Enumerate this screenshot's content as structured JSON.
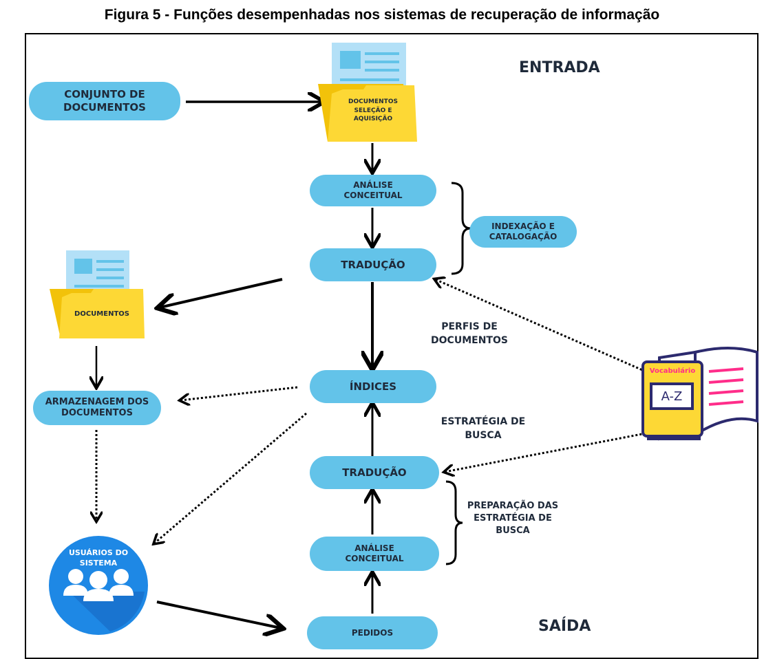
{
  "figure": {
    "title": "Figura 5 - Funções desempenhadas nos sistemas de recuperação de informação"
  },
  "sections": {
    "entrada": "ENTRADA",
    "saida": "SAÍDA"
  },
  "nodes": {
    "conjunto": [
      "CONJUNTO DE",
      "DOCUMENTOS"
    ],
    "docs_selecao": [
      "DOCUMENTOS",
      "SELEÇÃO E",
      "AQUISIÇÃO"
    ],
    "analise_top": [
      "ANÁLISE",
      "CONCEITUAL"
    ],
    "indexacao": [
      "INDEXAÇÃO E",
      "CATALOGAÇÃO"
    ],
    "traducao_top": "TRADUÇÃO",
    "documentos_folder": "DOCUMENTOS",
    "armazenagem": [
      "ARMAZENAGEM DOS",
      "DOCUMENTOS"
    ],
    "indices": "ÍNDICES",
    "traducao_bottom": "TRADUÇÃO",
    "analise_bottom": [
      "ANÁLISE",
      "CONCEITUAL"
    ],
    "pedidos": "PEDIDOS",
    "usuarios": [
      "USUÁRIOS DO",
      "SISTEMA"
    ]
  },
  "labels": {
    "perfis": [
      "PERFIS DE",
      "DOCUMENTOS"
    ],
    "estrategia": [
      "ESTRATÉGIA DE",
      "BUSCA"
    ],
    "preparacao": [
      "PREPARAÇÃO DAS",
      "ESTRATÉGIA DE",
      "BUSCA"
    ]
  },
  "book": {
    "title": "Vocabulário",
    "badge": "A-Z"
  },
  "colors": {
    "pill": "#63c3e9",
    "folder": "#fdd835",
    "paper": "#b3e0f7",
    "circle": "#1e88e5",
    "book_pink": "#ff2d8a",
    "book_navy": "#2c2a6e"
  },
  "icons": [
    "folder-icon",
    "document-icon",
    "book-icon",
    "users-icon"
  ]
}
